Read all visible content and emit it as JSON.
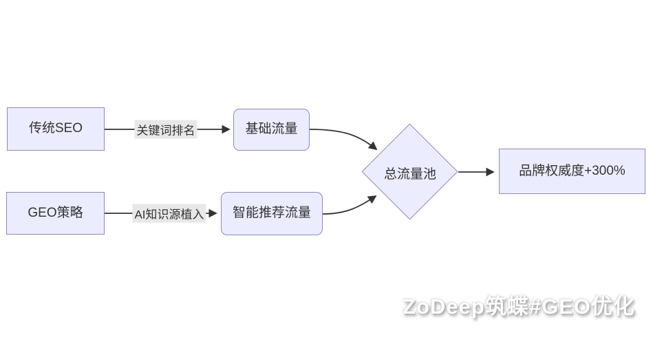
{
  "diagram": {
    "type": "flowchart",
    "direction": "left-to-right",
    "nodes": [
      {
        "id": "A",
        "label": "传统SEO",
        "shape": "rect"
      },
      {
        "id": "B",
        "label": "基础流量",
        "shape": "rounded-rect"
      },
      {
        "id": "C",
        "label": "GEO策略",
        "shape": "rect"
      },
      {
        "id": "D",
        "label": "智能推荐流量",
        "shape": "rounded-rect"
      },
      {
        "id": "E",
        "label": "总流量池",
        "shape": "diamond"
      },
      {
        "id": "F",
        "label": "品牌权威度+300%",
        "shape": "rect"
      }
    ],
    "edges": [
      {
        "from": "A",
        "to": "B",
        "label": "关键词排名"
      },
      {
        "from": "C",
        "to": "D",
        "label": "AI知识源植入"
      },
      {
        "from": "B",
        "to": "E",
        "label": ""
      },
      {
        "from": "D",
        "to": "E",
        "label": ""
      },
      {
        "from": "E",
        "to": "F",
        "label": ""
      }
    ],
    "colors": {
      "node_fill": "#ECECFF",
      "node_border": "#8F87C0",
      "arrow": "#333333",
      "edge_label_bg": "#E8E8E8",
      "text": "#333333"
    }
  },
  "watermark": {
    "text": "ZoDeep筑蝶#GEO优化"
  }
}
